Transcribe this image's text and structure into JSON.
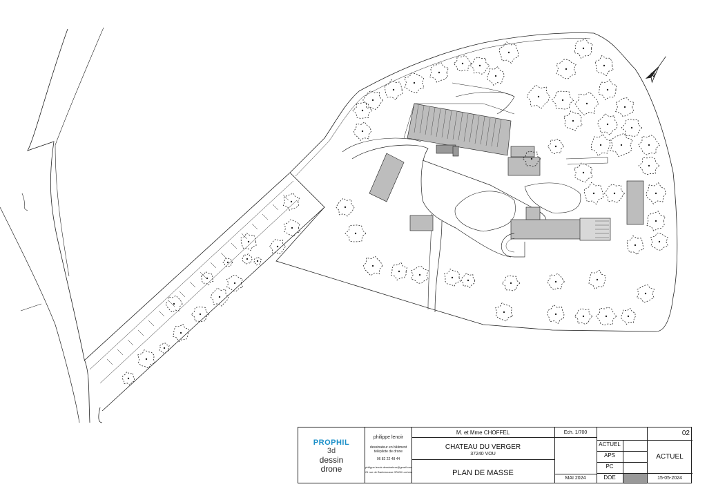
{
  "plan": {
    "north_icon": "north-arrow-icon"
  },
  "cartouche": {
    "logo": {
      "line1": "PROPHIL",
      "line2": "3d",
      "line3": "dessin",
      "line4": "drone",
      "accent": "#1a8fc8"
    },
    "author": {
      "name": "philippe lenoir",
      "role1": "dessinateur en bâtiment",
      "role2": "télépilote de drone",
      "phone": "06 82 22 48 44",
      "email": "philippe.lenoir.dessinateur@gmail.com",
      "address": "21 rue de Barberousse 37600 Loches"
    },
    "client": "M. et Mme CHOFFEL",
    "project": "CHATEAU DU VERGER",
    "location": "37240 VOU",
    "drawing_title": "PLAN DE MASSE",
    "scale": "Ech. 1/700",
    "date": "MAI 2024",
    "phases": [
      "ACTUEL",
      "APS",
      "PC",
      "DOE"
    ],
    "sheet_number": "02",
    "status": "ACTUEL",
    "revision_date": "15-05-2024"
  }
}
